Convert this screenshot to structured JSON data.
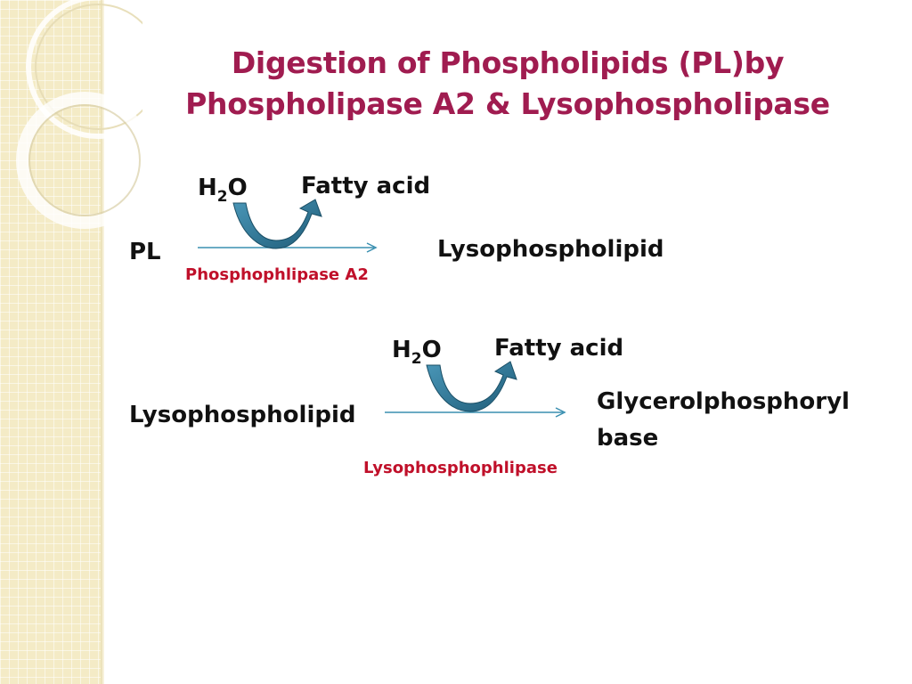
{
  "slide": {
    "title_line1": "Digestion of Phospholipids (PL)by",
    "title_line2": "Phospholipase A2 & Lysophospholipase",
    "accent_color": "#a01c50",
    "enzyme_color": "#c0102a",
    "curved_arrow_color": "#2b6f8e"
  },
  "reaction1": {
    "substrate": "PL",
    "reactant_h2o": {
      "h": "H",
      "sub": "2",
      "o": "O"
    },
    "released": "Fatty acid",
    "product": "Lysophospholipid",
    "enzyme": "Phosphophlipase A2"
  },
  "reaction2": {
    "substrate": "Lysophospholipid",
    "reactant_h2o": {
      "h": "H",
      "sub": "2",
      "o": "O"
    },
    "released": "Fatty acid",
    "product_line1": "Glycerolphosphoryl",
    "product_line2": "base",
    "enzyme": "Lysophosphophlipase"
  }
}
